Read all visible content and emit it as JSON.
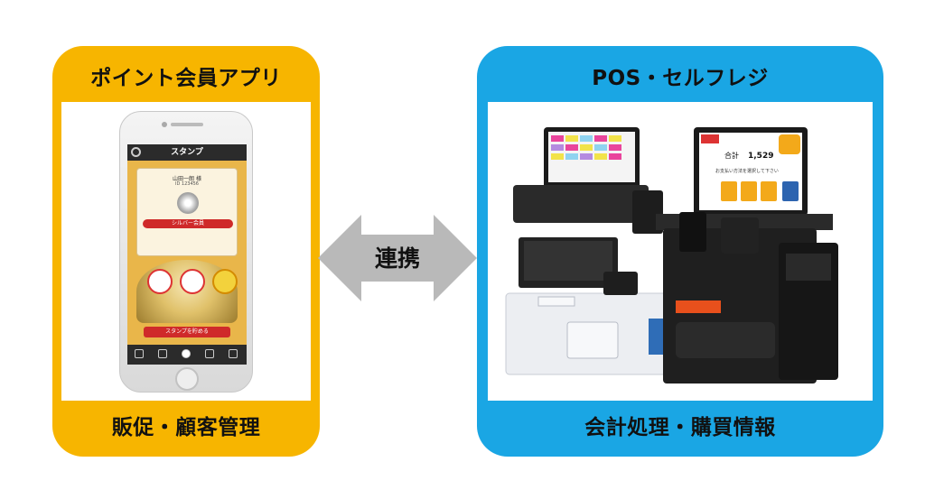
{
  "diagram": {
    "left_card": {
      "title": "ポイント会員アプリ",
      "footer": "販促・顧客管理",
      "color": "#f7b500"
    },
    "right_card": {
      "title": "POS・セルフレジ",
      "footer": "会計処理・購買情報",
      "color": "#1aa6e4"
    },
    "connector": {
      "label": "連携",
      "arrow_color": "#b9b9b9"
    }
  },
  "phone_screen": {
    "app_title": "スタンプ",
    "member_name": "山田一朗 様",
    "member_id": "ID 123456",
    "rank": "シルバー会員",
    "cta": "スタンプを貯める",
    "icons": [
      "gear-icon",
      "home-icon",
      "mail-icon",
      "person-icon",
      "coupon-icon",
      "cart-icon"
    ]
  },
  "pos_screen": {
    "total_label": "合計",
    "total_amount": "1,529",
    "payment_prompt": "お支払い方法を選択して下さい"
  }
}
